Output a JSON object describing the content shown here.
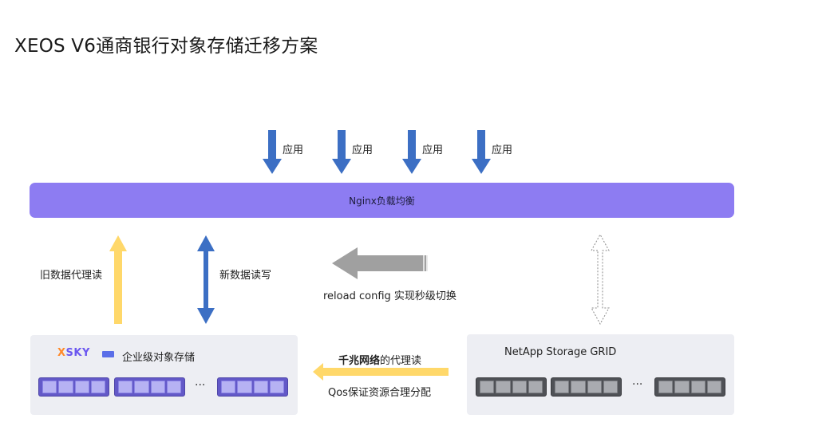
{
  "title": "XEOS V6通商银行对象存储迁移方案",
  "apps": [
    {
      "label": "应用"
    },
    {
      "label": "应用"
    },
    {
      "label": "应用"
    },
    {
      "label": "应用"
    }
  ],
  "nginx_label": "Nginx负载均衡",
  "old_data_proxy_label": "旧数据代理读",
  "new_data_rw_label": "新数据读写",
  "reload_label": "reload config 实现秒级切换",
  "proxy_read": {
    "bold": "千兆网络",
    "rest": "的代理读"
  },
  "qos_label": "Qos保证资源合理分配",
  "xsky": {
    "brand": "XSKY",
    "title": "企业级对象存储",
    "ellipsis": "···"
  },
  "netapp": {
    "title": "NetApp Storage GRID",
    "ellipsis": "···"
  },
  "colors": {
    "accent_purple": "#8d7cf2",
    "arrow_blue": "#3c6fc4",
    "arrow_yellow": "#ffd86a",
    "arrow_gray": "#9a9a9a",
    "panel_bg": "#edeef3"
  }
}
